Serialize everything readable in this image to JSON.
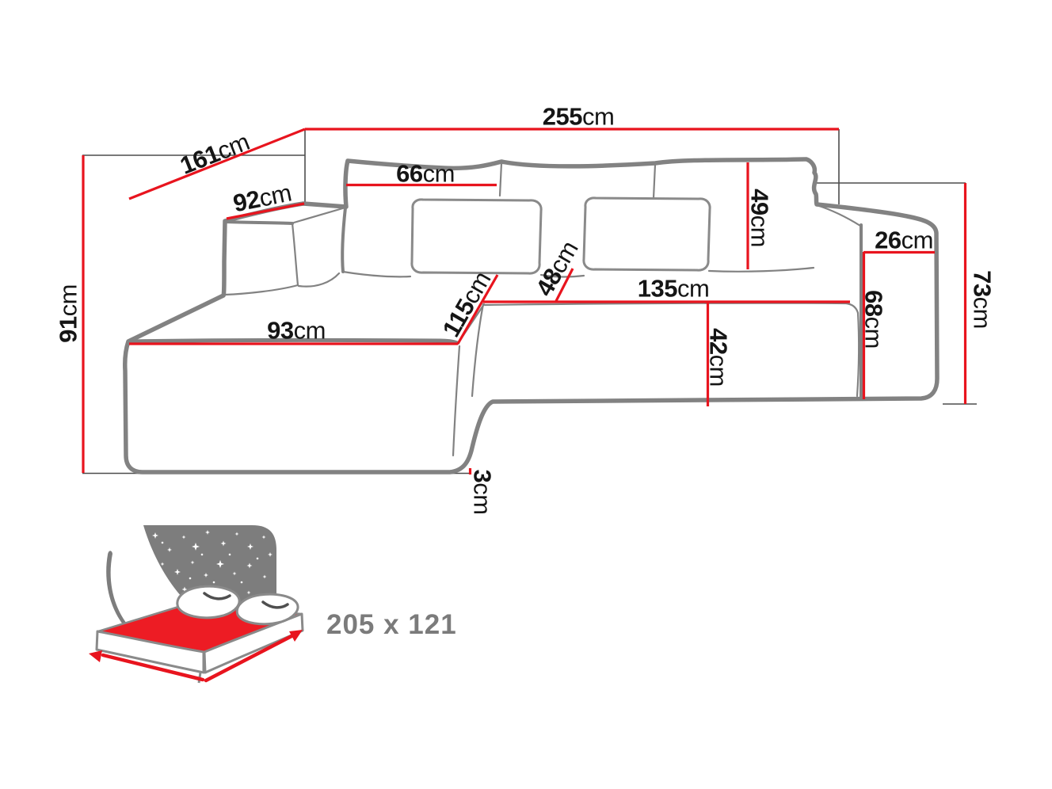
{
  "diagram": {
    "type": "sofa-dimension-diagram",
    "unit": "cm",
    "colors": {
      "dimension_red": "#e8141e",
      "sofa_outline_gray": "#828282",
      "bracket_gray": "#4d4d4d",
      "text_black": "#151515",
      "bed_panel_gray": "#7d7d7d",
      "bed_mattress_red": "#ed1c24",
      "bed_text_gray": "#7b7b7b"
    },
    "labels": {
      "d255": {
        "value": "255",
        "unit": "cm"
      },
      "d161": {
        "value": "161",
        "unit": "cm"
      },
      "d92": {
        "value": "92",
        "unit": "cm"
      },
      "d91": {
        "value": "91",
        "unit": "cm"
      },
      "d66": {
        "value": "66",
        "unit": "cm"
      },
      "d49": {
        "value": "49",
        "unit": "cm"
      },
      "d26": {
        "value": "26",
        "unit": "cm"
      },
      "d73": {
        "value": "73",
        "unit": "cm"
      },
      "d68": {
        "value": "68",
        "unit": "cm"
      },
      "d93": {
        "value": "93",
        "unit": "cm"
      },
      "d115": {
        "value": "115",
        "unit": "cm"
      },
      "d48": {
        "value": "48",
        "unit": "cm"
      },
      "d135": {
        "value": "135",
        "unit": "cm"
      },
      "d42": {
        "value": "42",
        "unit": "cm"
      },
      "d3": {
        "value": "3",
        "unit": "cm"
      }
    },
    "sleeping_area": {
      "text": "205 x 121"
    }
  }
}
